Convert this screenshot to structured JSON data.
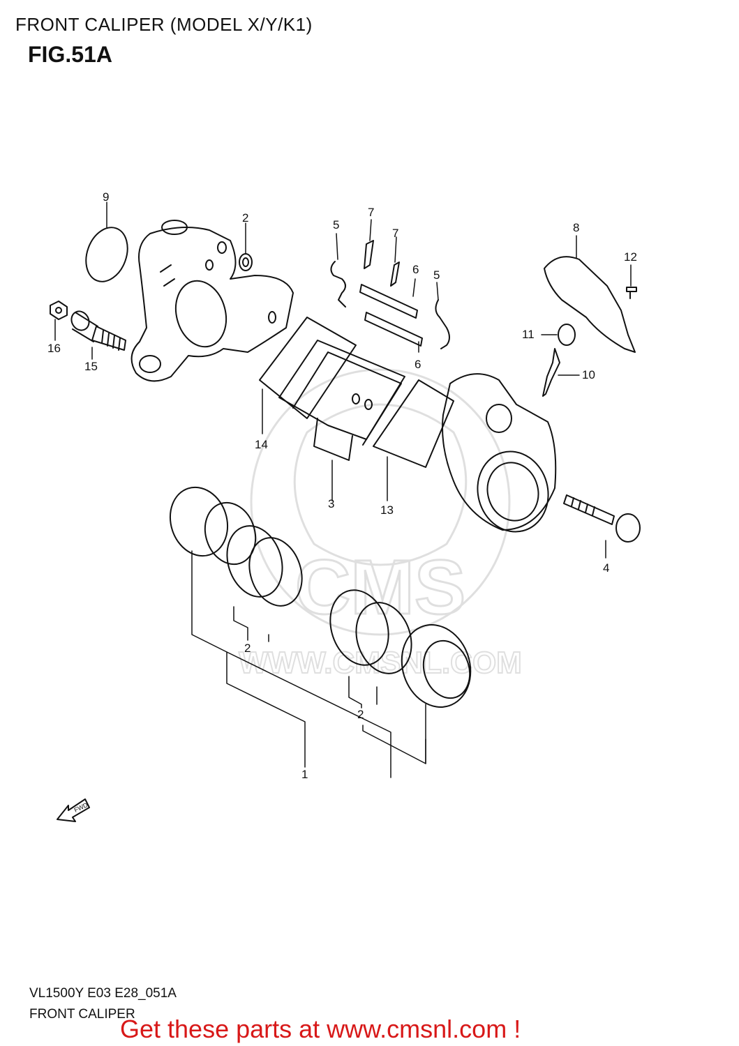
{
  "header": {
    "title": "FRONT CALIPER (MODEL X/Y/K1)",
    "figure": "FIG.51A"
  },
  "footer": {
    "code": "VL1500Y E03 E28_051A",
    "name": "FRONT CALIPER",
    "promo": "Get these parts at www.cmsnl.com !",
    "promo_color": "#d81818"
  },
  "watermark": {
    "brand": "CMS",
    "site": "WWW.CMSNL.COM"
  },
  "arrow_label": "FWD",
  "callouts": {
    "n1": "1",
    "n2a": "2",
    "n2b": "2",
    "n2c": "2",
    "n3": "3",
    "n4": "4",
    "n5a": "5",
    "n5b": "5",
    "n6a": "6",
    "n6b": "6",
    "n7a": "7",
    "n7b": "7",
    "n8": "8",
    "n9": "9",
    "n10": "10",
    "n11": "11",
    "n12": "12",
    "n13": "13",
    "n14": "14",
    "n15": "15",
    "n16": "16"
  }
}
